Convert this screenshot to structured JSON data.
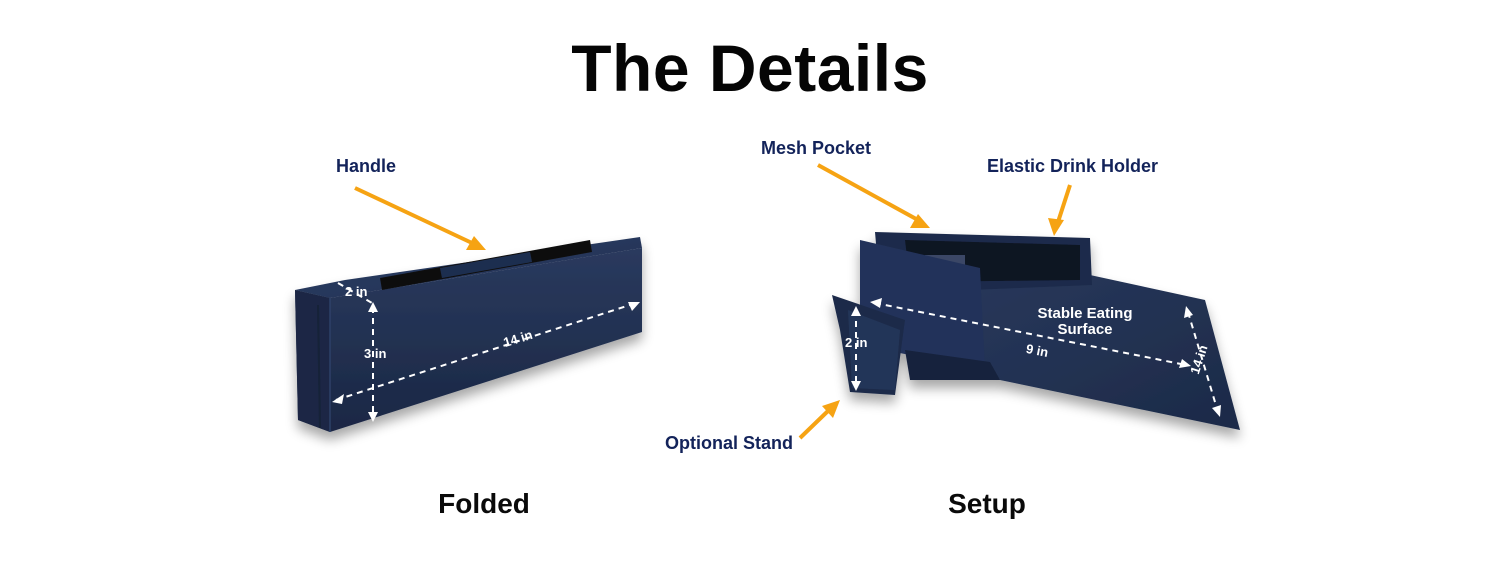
{
  "title": "The Details",
  "folded": {
    "caption": "Folded",
    "callouts": {
      "handle": "Handle"
    },
    "dimensions": {
      "depth": "2 in",
      "height": "3 in",
      "length": "14 in"
    }
  },
  "setup": {
    "caption": "Setup",
    "callouts": {
      "mesh_pocket": "Mesh Pocket",
      "drink_holder": "Elastic Drink Holder",
      "optional_stand": "Optional Stand",
      "surface_line1": "Stable Eating",
      "surface_line2": "Surface"
    },
    "dimensions": {
      "stand_height": "2 in",
      "width": "9 in",
      "length": "14 in"
    }
  },
  "colors": {
    "fabric": "#1f2e4f",
    "arrow": "#f6a313",
    "callout_text": "#13235a"
  }
}
